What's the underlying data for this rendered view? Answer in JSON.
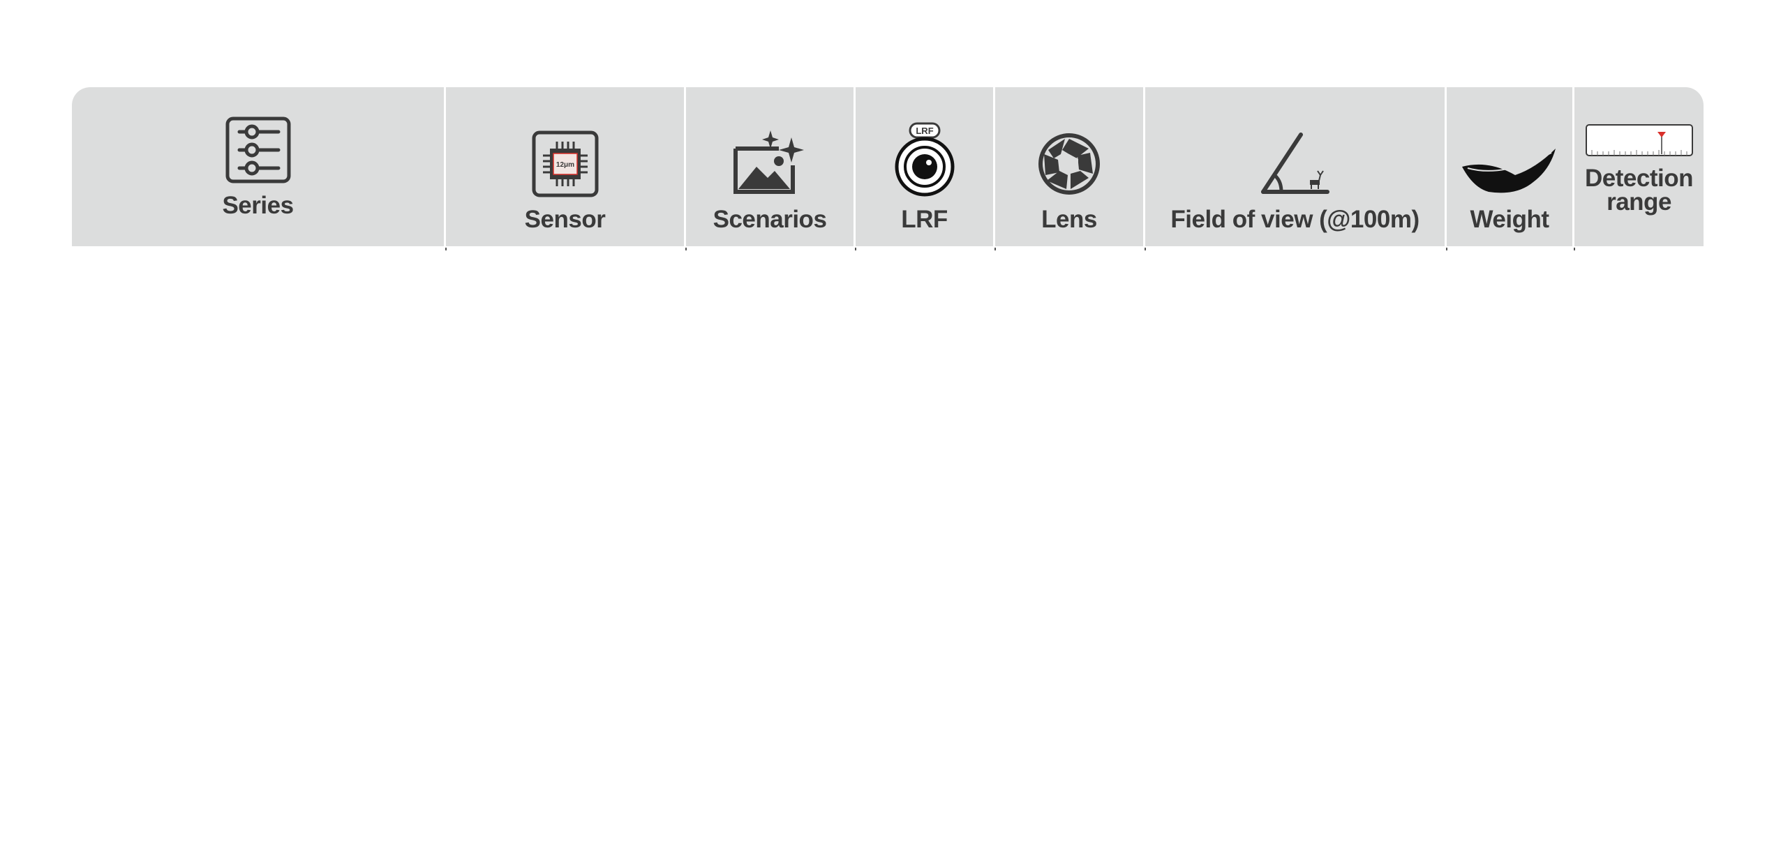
{
  "header": {
    "columns": [
      {
        "key": "series",
        "label": "Series",
        "icon": "sliders-icon"
      },
      {
        "key": "sensor",
        "label": "Sensor",
        "icon": "sensor-chip-icon",
        "chip_text": "12μm"
      },
      {
        "key": "scenarios",
        "label": "Scenarios",
        "icon": "image-sparkle-icon"
      },
      {
        "key": "lrf",
        "label": "LRF",
        "icon": "lrf-lens-icon",
        "badge_text": "LRF"
      },
      {
        "key": "lens",
        "label": "Lens",
        "icon": "aperture-icon"
      },
      {
        "key": "fov",
        "label": "Field of view (@100m)",
        "icon": "angle-deer-icon"
      },
      {
        "key": "weight",
        "label": "Weight",
        "icon": "feather-icon"
      },
      {
        "key": "detection",
        "label": "Detection range",
        "icon": "ruler-icon"
      }
    ]
  },
  "colors": {
    "header_bg": "#dcdddd",
    "icon_dark": "#3a3a3a",
    "accent_red": "#d9302b"
  }
}
